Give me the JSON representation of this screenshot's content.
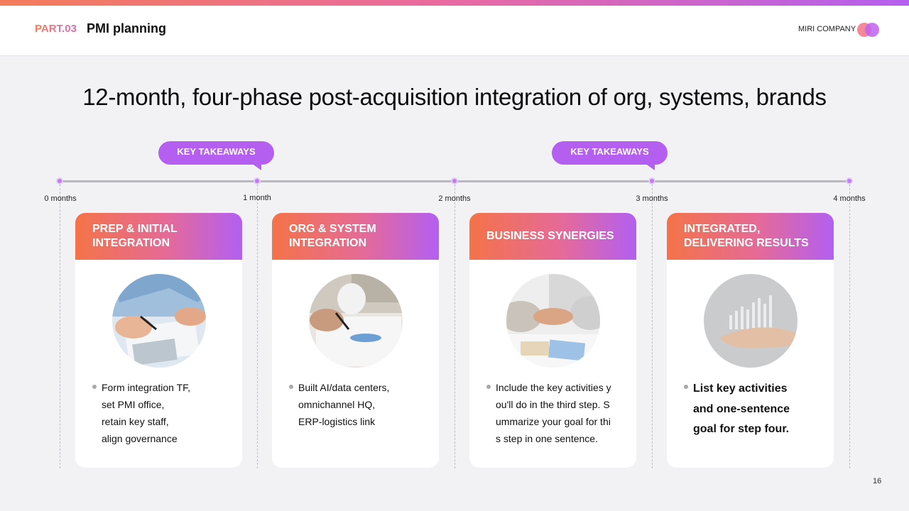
{
  "header": {
    "part": "PART.03",
    "title": "PMI planning",
    "company": "MIRI COMPANY"
  },
  "main_title": "12-month, four-phase post-acquisition integration of org, systems, brands",
  "takeaways": [
    "KEY TAKEAWAYS",
    "KEY TAKEAWAYS"
  ],
  "timeline": {
    "months": [
      "0 months",
      "1 month",
      "2 months",
      "3 months",
      "4 months"
    ]
  },
  "phases": [
    {
      "title": "PREP & INITIAL\nINTEGRATION",
      "image": "writing-documents-photo",
      "text": "Form integration TF,\nset PMI office,\nretain key staff,\nalign governance"
    },
    {
      "title": "ORG & SYSTEM\nINTEGRATION",
      "image": "reviewing-charts-photo",
      "text": "Built AI/data centers,\nomnichannel HQ,\nERP-logistics link"
    },
    {
      "title": "BUSINESS SYNERGIES",
      "image": "handshake-photo",
      "text": "Include the key activities y\nou'll do in the third step. S\nummarize your goal for thi\ns step in one sentence."
    },
    {
      "title": "INTEGRATED,\nDELIVERING RESULTS",
      "image": "hand-holding-chart-photo",
      "text": "List key activities\nand one-sentence\ngoal for step four."
    }
  ],
  "page_number": "16",
  "colors": {
    "accent_purple": "#b45ff0",
    "accent_orange": "#f47348",
    "background": "#f2f1f4"
  }
}
